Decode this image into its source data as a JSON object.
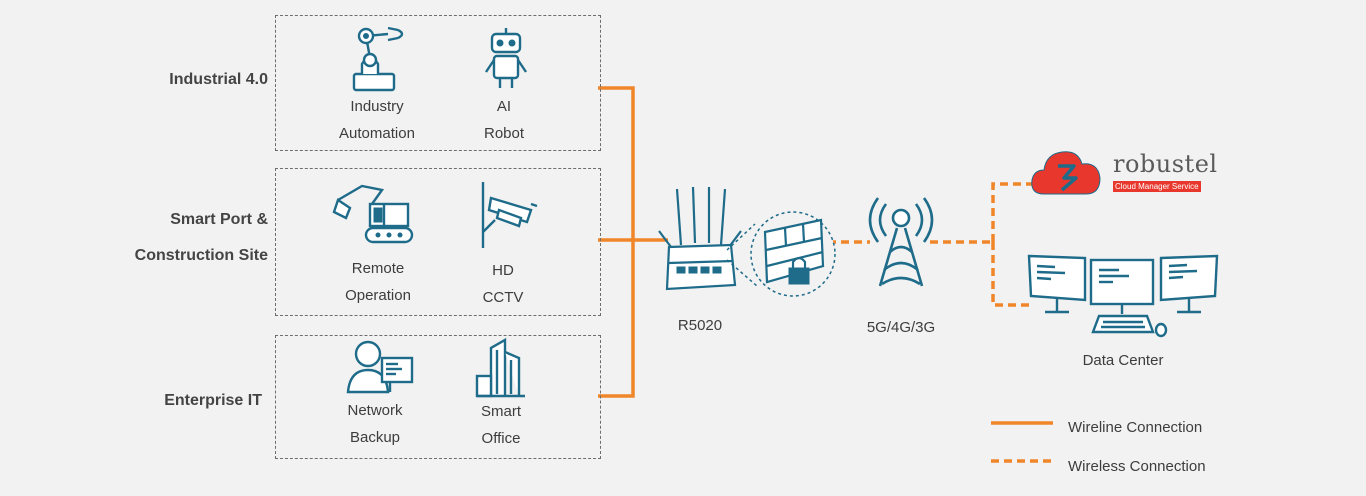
{
  "categories": [
    {
      "label": "Industrial   4.0",
      "items": [
        {
          "icon": "robotic-arm-icon",
          "line1": "Industry",
          "line2": "Automation"
        },
        {
          "icon": "robot-icon",
          "line1": "AI",
          "line2": "Robot"
        }
      ]
    },
    {
      "label_line1": "Smart Port &",
      "label_line2": "Construction Site",
      "items": [
        {
          "icon": "excavator-icon",
          "line1": "Remote",
          "line2": "Operation"
        },
        {
          "icon": "cctv-camera-icon",
          "line1": "HD",
          "line2": "CCTV"
        }
      ]
    },
    {
      "label": "Enterprise IT",
      "items": [
        {
          "icon": "user-computer-icon",
          "line1": "Network",
          "line2": "Backup"
        },
        {
          "icon": "office-building-icon",
          "line1": "Smart",
          "line2": "Office"
        }
      ]
    }
  ],
  "router": {
    "label": "R5020",
    "icon": "router-icon"
  },
  "tower": {
    "label": "5G/4G/3G",
    "icon": "cell-tower-icon"
  },
  "cloud": {
    "brand": "robustel",
    "subtitle": "Cloud Manager Service",
    "icon": "cloud-logo-icon"
  },
  "datacenter": {
    "label": "Data Center",
    "icon": "monitors-icon"
  },
  "legend": {
    "wireline": "Wireline Connection",
    "wireless": "Wireless Connection"
  },
  "colors": {
    "accent": "#f0862a",
    "icon": "#1e6b8a",
    "brand_red": "#e8372c",
    "background": "#f2f2f2"
  }
}
